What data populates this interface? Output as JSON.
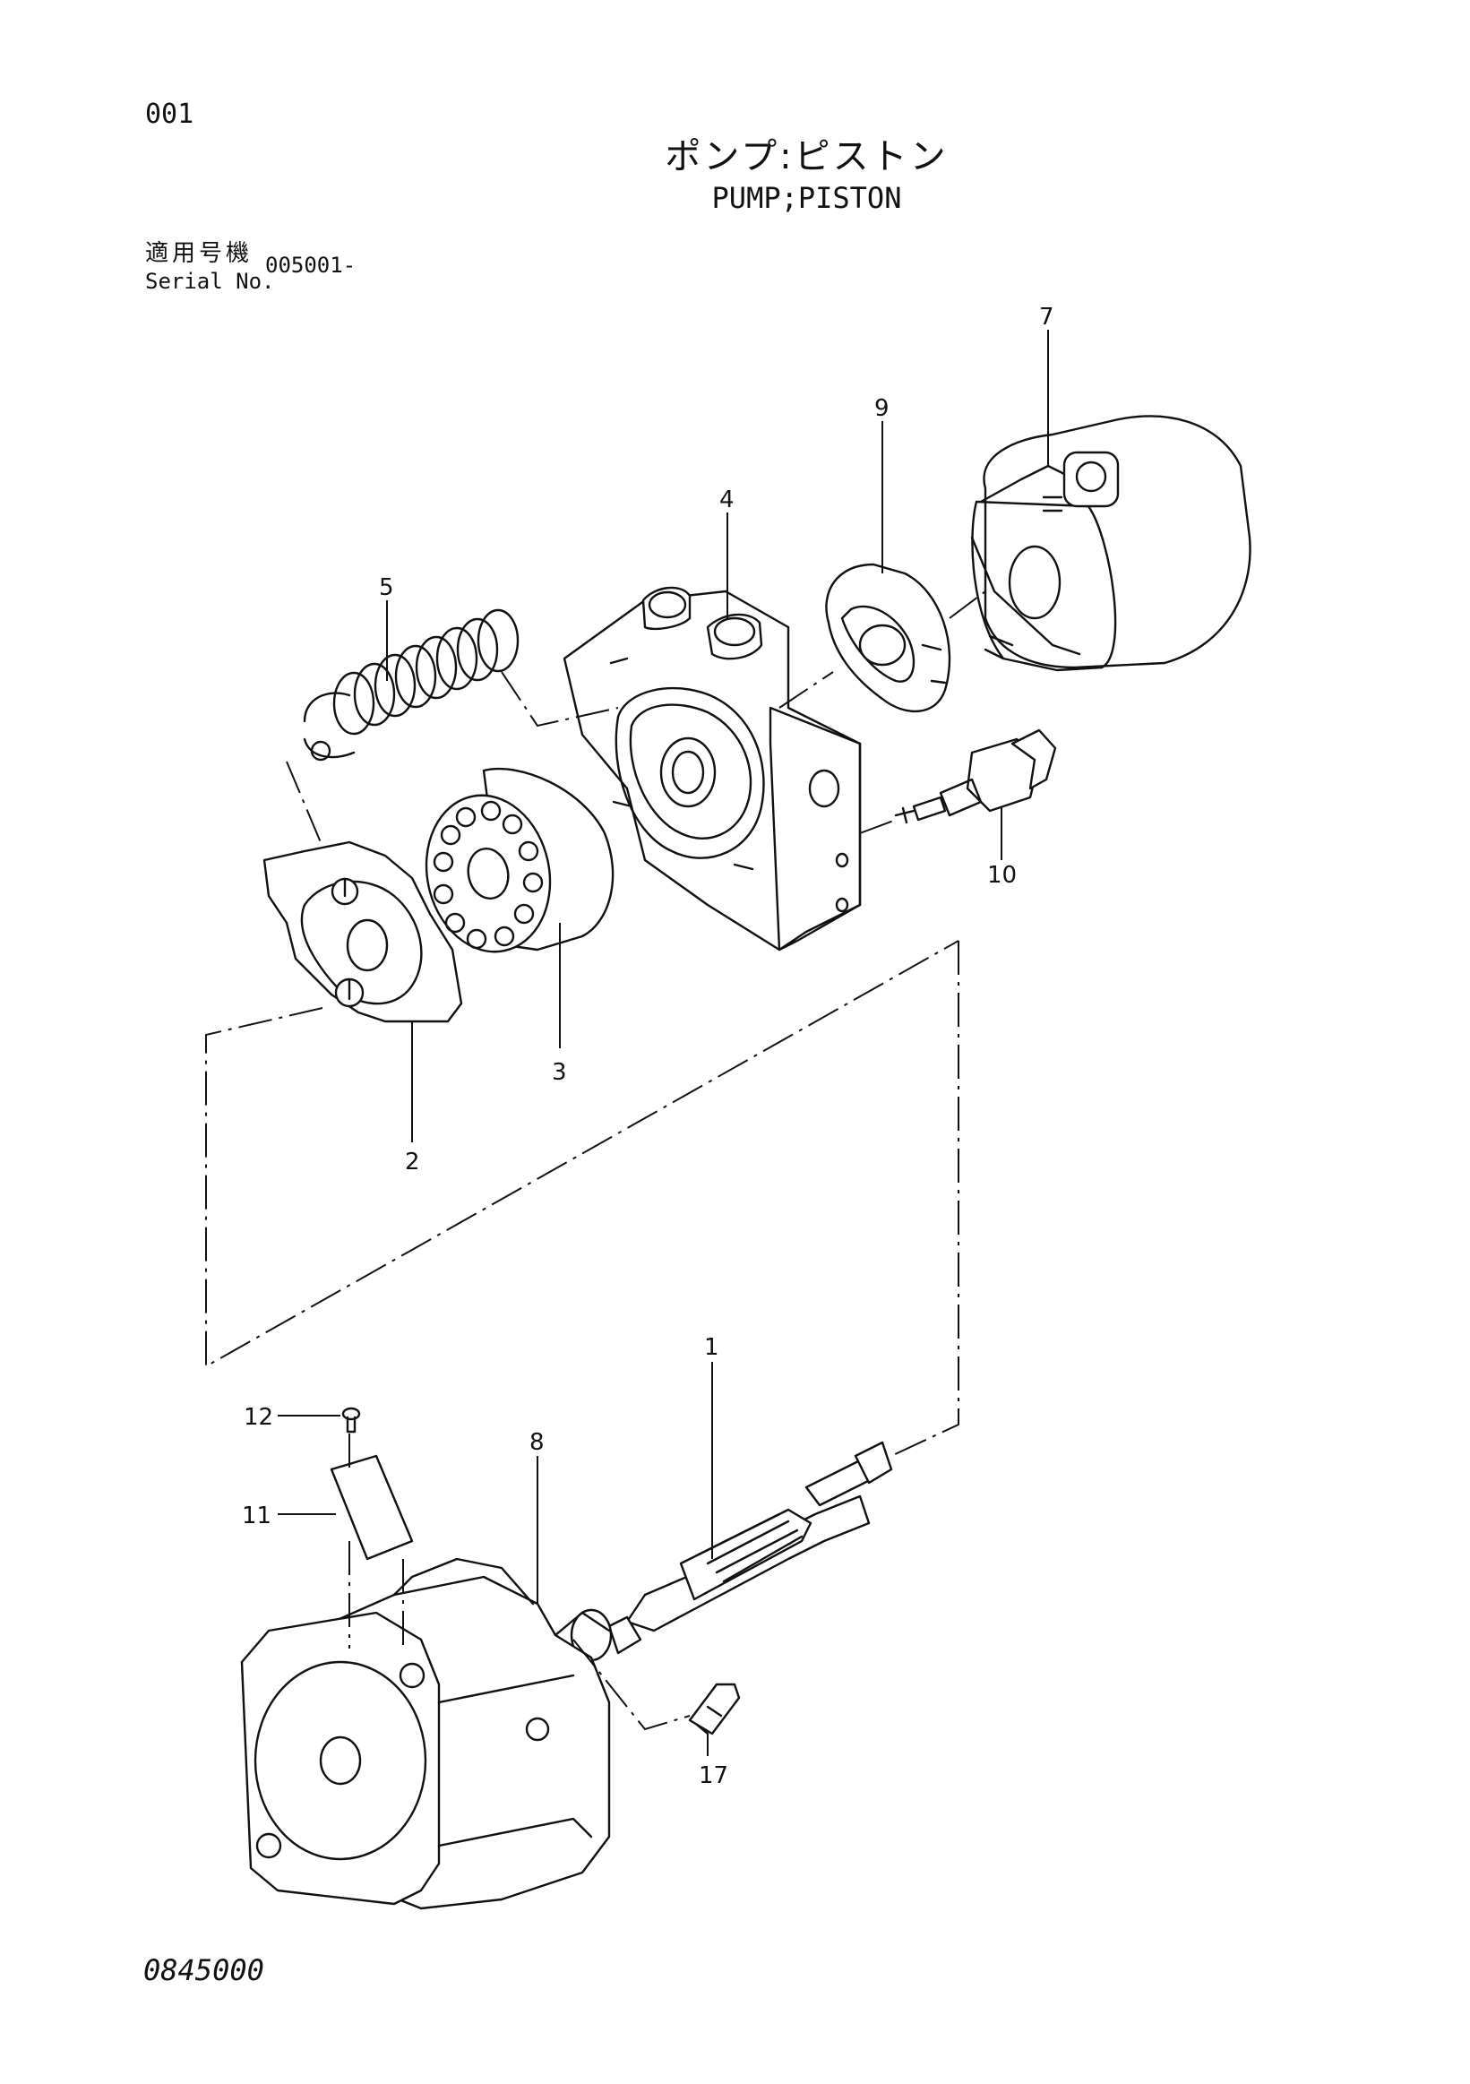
{
  "header": {
    "page_number": "001",
    "title_jp": "ポンプ:ピストン",
    "title_en": "PUMP;PISTON",
    "serial_label_jp": "適用号機",
    "serial_label_en": "Serial No.",
    "serial_value": "005001-"
  },
  "callouts": [
    "7",
    "9",
    "4",
    "5",
    "10",
    "3",
    "2",
    "1",
    "12",
    "8",
    "11",
    "17"
  ],
  "footer": {
    "doc_code": "0845000"
  }
}
